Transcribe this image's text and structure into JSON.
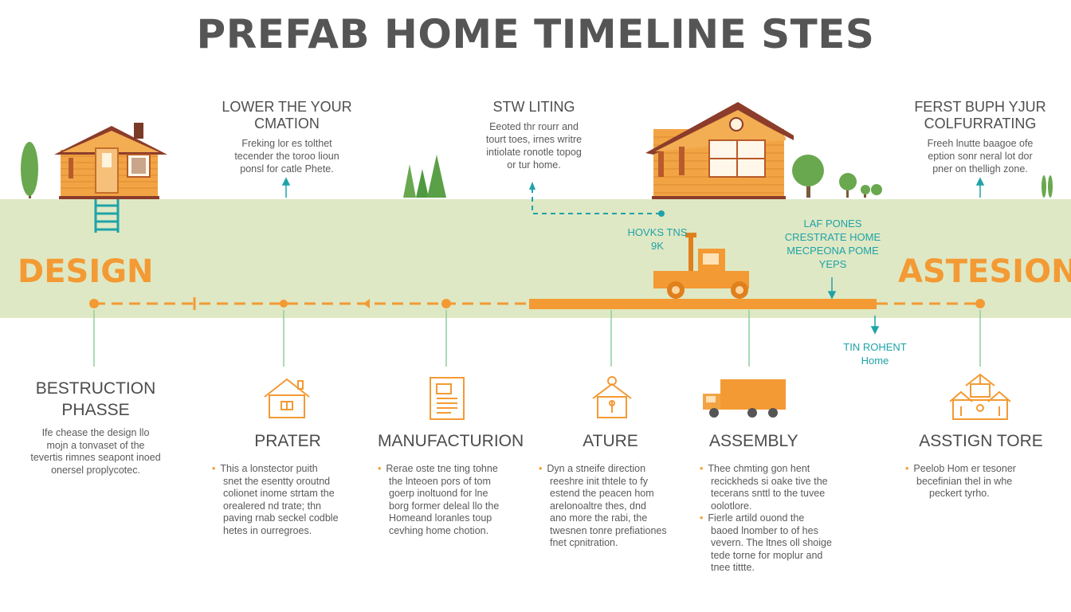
{
  "title": "PREFAB  HOME TIMELINE STES",
  "phases": {
    "left": "DESIGN",
    "right": "ASTESION"
  },
  "top_notes": [
    {
      "heading": [
        "LOWER THE YOUR",
        "CMATION"
      ],
      "body": [
        "Freking lor es tolthet",
        "tecender the toroo lioun",
        "ponsl for catle Phete."
      ]
    },
    {
      "heading": [
        "STW LITING"
      ],
      "body": [
        "Eeoted thr rourr and",
        "tourt toes, irnes writre",
        "intiolate ronotle topog",
        "or tur home."
      ]
    },
    {
      "heading": [
        "FERST BUPH YJUR",
        "COLFURRATING"
      ],
      "body": [
        "Freeh lnutte baagoe ofe",
        "eption sonr neral lot dor",
        "pner on thelligh zone."
      ]
    }
  ],
  "mid_labels": {
    "truck_label": [
      "HOVKS TNS",
      "9K"
    ],
    "right_label": [
      "LAF PONES",
      "CRESTRATE HOME",
      "MECPEONA POME",
      "YEPS"
    ],
    "below_label": [
      "TIN ROHENT",
      "Home"
    ]
  },
  "steps": [
    {
      "icon": "none",
      "heading": [
        "BESTRUCTION",
        "PHASSE"
      ],
      "body": [
        "Ife chease the design llo",
        "mojn a tonvaset of the",
        "tevertis rimnes seapont inoed",
        "onersel proplycotec."
      ],
      "bullets": false
    },
    {
      "icon": "house-icon",
      "heading": [
        "PRATER"
      ],
      "body": [
        "This a lonstector puith",
        "snet the esentty oroutnd",
        "colionet inome strtam the",
        "orealered nd trate; thn",
        "paving rnab seckel codble",
        "hetes in ourregroes."
      ],
      "bullets": true
    },
    {
      "icon": "document-icon",
      "heading": [
        "MANUFACTURION"
      ],
      "body": [
        "Rerae oste tne ting tohne",
        "the lnteoen pors of tom",
        "goerp inoltuond for lne",
        "borg former deleal llo the",
        "Homeand loranles toup",
        "cevhing home chotion."
      ],
      "bullets": true
    },
    {
      "icon": "home-key-icon",
      "heading": [
        "ATURE"
      ],
      "body": [
        "Dyn a stneife direction",
        "reeshre init thtele to fy",
        "estend the peacen hom",
        "arelonoaltre thes, dnd",
        "ano more the rabi, the",
        "twesnen tonre prefiationes",
        "fnet cpnitration."
      ],
      "bullets": true
    },
    {
      "icon": "truck-icon",
      "heading": [
        "ASSEMBLY"
      ],
      "body": [
        "Thee chmting gon hent",
        "recickheds si oake tive the",
        "tecerans snttl to the tuvee",
        "oolotlore.",
        "Fierle artild ouond the",
        "baoed lnomber to of hes",
        "vevern. The ltnes oll shoige",
        "tede torne for moplur and",
        "tnee tittte."
      ],
      "bullets": true
    },
    {
      "icon": "community-icon",
      "heading": [
        "ASSTIGN TORE"
      ],
      "body": [
        "Peelob Hom er tesoner",
        "becefinian thel  in whe",
        "peckert tyrho."
      ],
      "bullets": true
    }
  ],
  "colors": {
    "orange": "#f39a34",
    "teal": "#1fa3a8",
    "band": "#dfe8c4",
    "title": "#555555"
  }
}
